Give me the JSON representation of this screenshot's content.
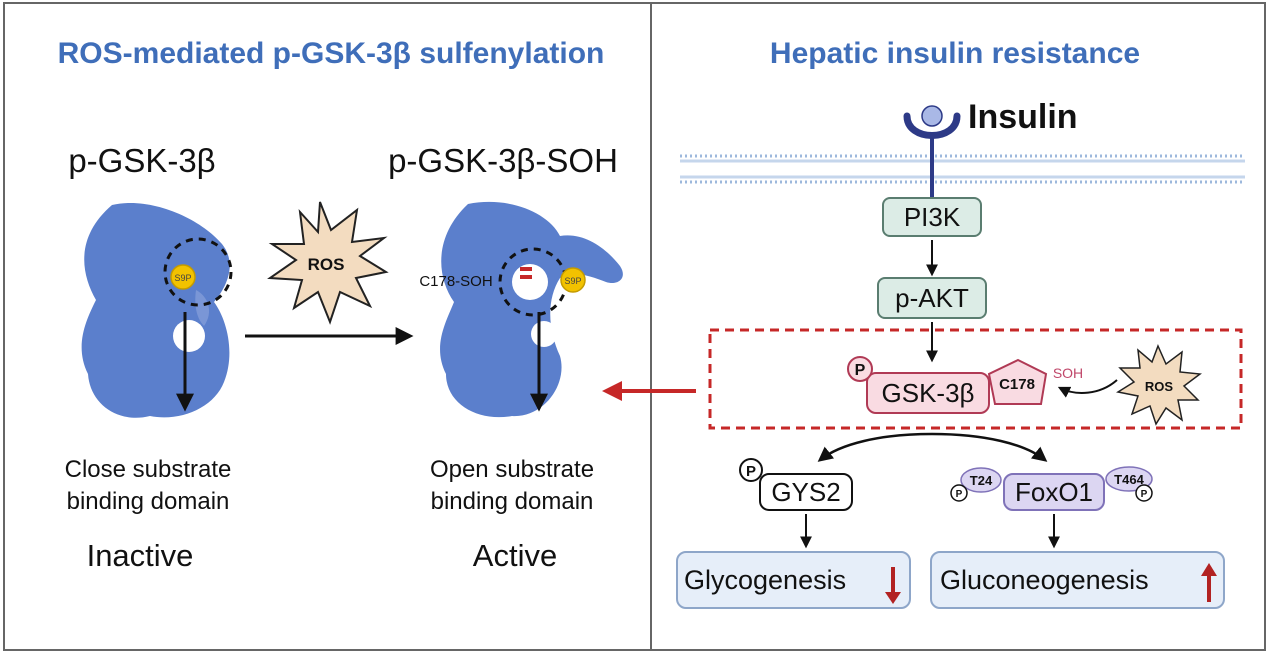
{
  "left_panel": {
    "title": "ROS-mediated p-GSK-3β sulfenylation",
    "protein_inactive_label": "p-GSK-3β",
    "protein_active_label": "p-GSK-3β-SOH",
    "ros_label": "ROS",
    "site_label": "S9P",
    "cys_label": "C178-SOH",
    "inactive_desc_line1": "Close substrate",
    "inactive_desc_line2": "binding domain",
    "active_desc_line1": "Open substrate",
    "active_desc_line2": "binding domain",
    "inactive_state": "Inactive",
    "active_state": "Active"
  },
  "right_panel": {
    "title": "Hepatic insulin resistance",
    "insulin_label": "Insulin",
    "pi3k": "PI3K",
    "pakt": "p-AKT",
    "gsk": "GSK-3β",
    "p_badge": "P",
    "c178": "C178",
    "soh": "SOH",
    "ros": "ROS",
    "gys2": "GYS2",
    "foxo1": "FoxO1",
    "t24": "T24",
    "t464": "T464",
    "glycogenesis": "Glycogenesis",
    "gluconeogenesis": "Gluconeogenesis"
  },
  "colors": {
    "title_blue": "#3f6eb9",
    "protein_blue": "#5b7fcc",
    "ros_fill": "#f3dcc0",
    "red_dashed": "#c62828",
    "green_box": "#dcece6",
    "pink_box": "#f9dbe2",
    "purple_box": "#dcd6f2",
    "output_box": "#e6eef9"
  }
}
